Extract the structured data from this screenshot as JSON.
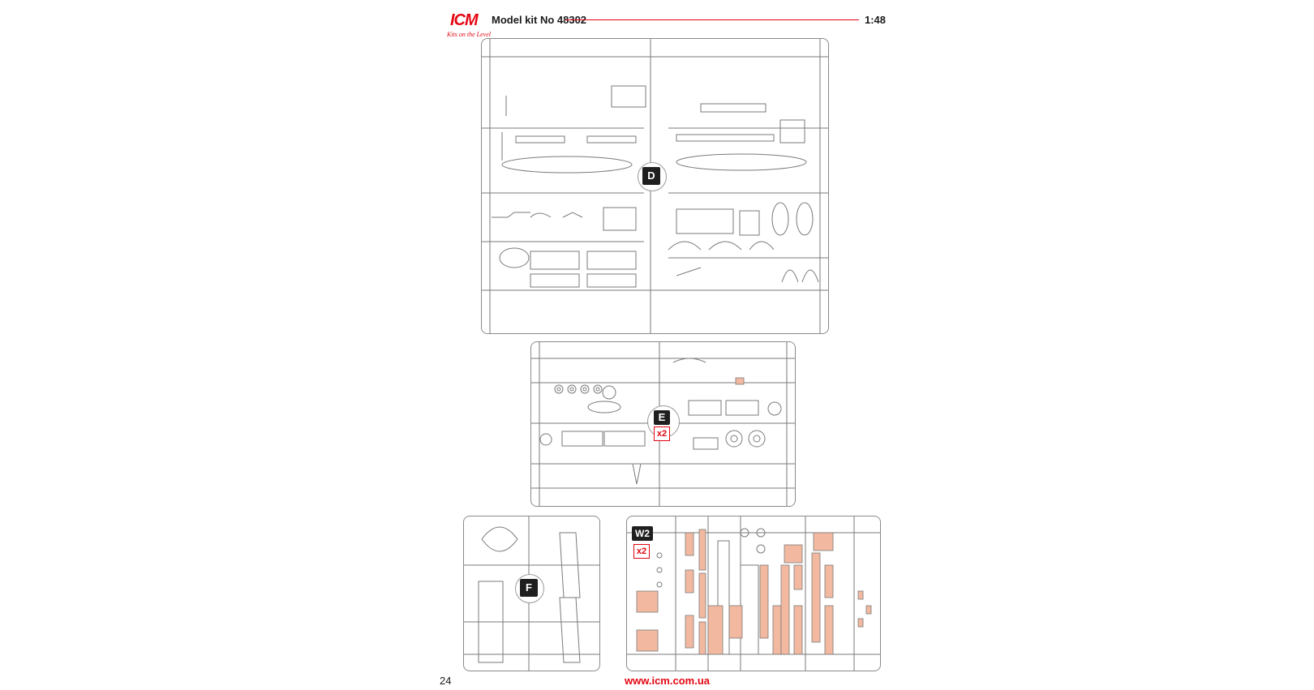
{
  "header": {
    "brand": "ICM",
    "brand_tagline": "Kits on the Level",
    "title": "Model kit No 48302",
    "scale": "1:48"
  },
  "sprues": {
    "d": {
      "label": "D"
    },
    "e": {
      "label": "E",
      "multiplier": "x2"
    },
    "f": {
      "label": "F"
    },
    "w2": {
      "label": "W2",
      "multiplier": "x2"
    }
  },
  "footer": {
    "page_number": "24",
    "url": "www.icm.com.ua"
  },
  "colors": {
    "accent": "#e30613",
    "outline": "#8a8a8a",
    "part_highlight": "#f2b9a0",
    "badge_bg": "#1f1f1f"
  }
}
